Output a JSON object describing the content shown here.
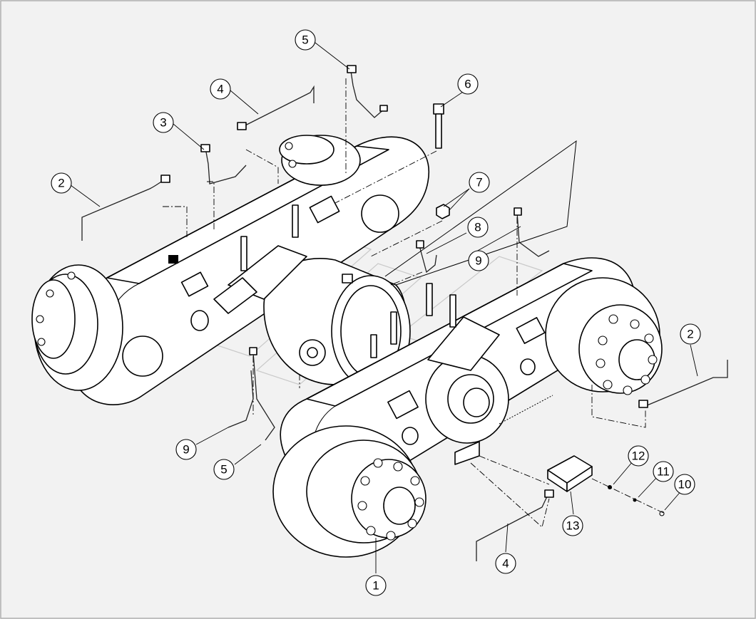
{
  "callouts": [
    {
      "id": "c1",
      "label": "1"
    },
    {
      "id": "c2a",
      "label": "2"
    },
    {
      "id": "c2b",
      "label": "2"
    },
    {
      "id": "c3",
      "label": "3"
    },
    {
      "id": "c4a",
      "label": "4"
    },
    {
      "id": "c4b",
      "label": "4"
    },
    {
      "id": "c5a",
      "label": "5"
    },
    {
      "id": "c5b",
      "label": "5"
    },
    {
      "id": "c6",
      "label": "6"
    },
    {
      "id": "c7",
      "label": "7"
    },
    {
      "id": "c8",
      "label": "8"
    },
    {
      "id": "c9a",
      "label": "9"
    },
    {
      "id": "c9b",
      "label": "9"
    },
    {
      "id": "c10",
      "label": "10"
    },
    {
      "id": "c11",
      "label": "11"
    },
    {
      "id": "c12",
      "label": "12"
    },
    {
      "id": "c13",
      "label": "13"
    }
  ]
}
